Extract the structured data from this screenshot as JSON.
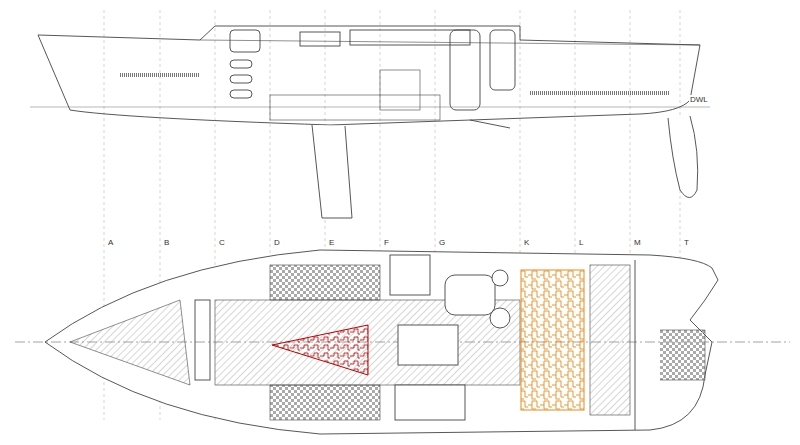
{
  "diagram": {
    "labels": [
      "A",
      "B",
      "C",
      "D",
      "E",
      "F",
      "G",
      "K",
      "L",
      "M",
      "T",
      "DWL"
    ]
  }
}
